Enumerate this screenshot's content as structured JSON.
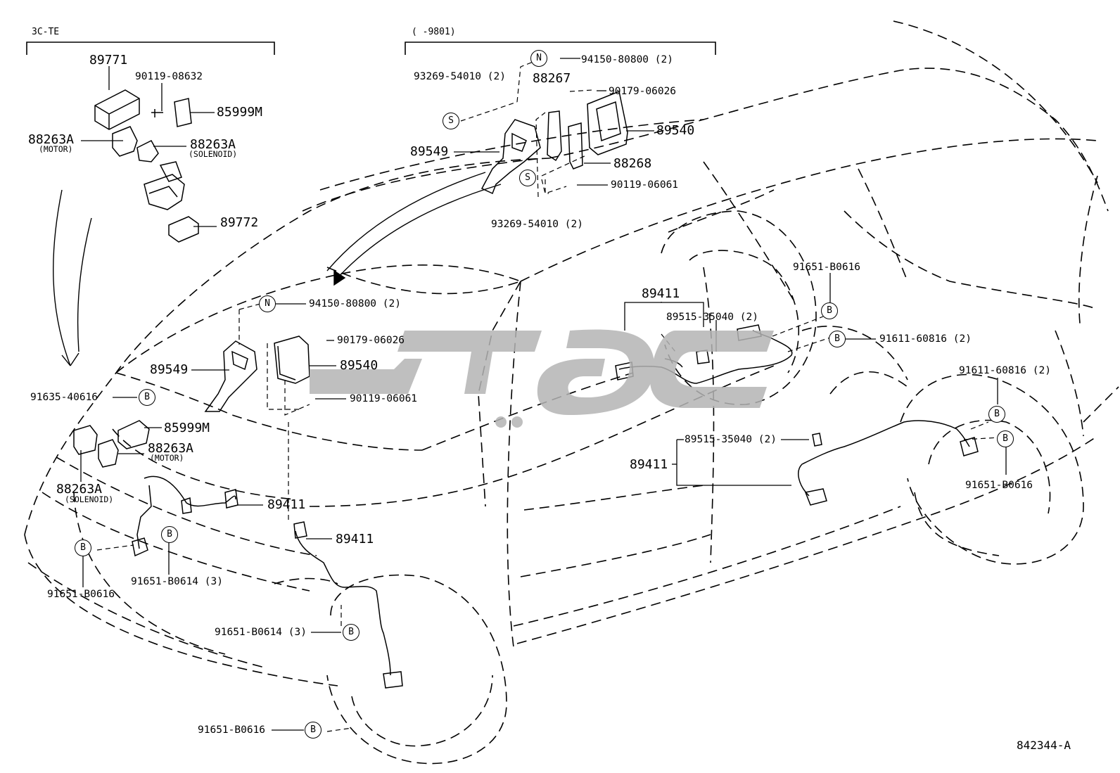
{
  "headers": {
    "engine": "3C-TE",
    "production": "(      -9801)"
  },
  "diagram_code": "842344-A",
  "watermark": "",
  "markers": {
    "N": "N",
    "S": "S",
    "B": "B"
  },
  "parts": {
    "p89771": "89771",
    "p90119_08632": "90119-08632",
    "p85999M_top": "85999M",
    "p88263A_motor_top": "88263A",
    "p88263A_motor_top_sub": "(MOTOR)",
    "p88263A_sol_top": "88263A",
    "p88263A_sol_top_sub": "(SOLENOID)",
    "p89772": "89772",
    "p93269_top": "93269-54010 (2)",
    "p94150_top": "94150-80800 (2)",
    "p88267": "88267",
    "p90179_top": "90179-06026",
    "p89540_top": "89540",
    "p89549_top": "89549",
    "p88268": "88268",
    "p90119_06061_top": "90119-06061",
    "p93269_bottom": "93269-54010 (2)",
    "p94150_mid": "94150-80800 (2)",
    "p90179_mid": "90179-06026",
    "p89549_mid": "89549",
    "p89540_mid": "89540",
    "p90119_06061_mid": "90119-06061",
    "p91635": "91635-40616",
    "p85999M_mid": "85999M",
    "p88263A_motor_mid": "88263A",
    "p88263A_motor_mid_sub": "(MOTOR)",
    "p88263A_sol_mid": "88263A",
    "p88263A_sol_mid_sub": "(SOLENOID)",
    "p89411_front": "89411",
    "p89411_wheel": "89411",
    "p91651_B0614_left": "91651-B0614 (3)",
    "p91651_B0616_left": "91651-B0616",
    "p91651_B0614_mid": "91651-B0614 (3)",
    "p91651_B0616_bottom": "91651-B0616",
    "p89411_rear_top": "89411",
    "p89515_top": "89515-35040 (2)",
    "p91651_B0616_rear": "91651-B0616",
    "p91611_rear": "91611-60816 (2)",
    "p91611_right": "91611-60816 (2)",
    "p89515_bottom": "89515-35040 (2)",
    "p89411_rear_bottom": "89411",
    "p91651_B0616_right": "91651-B0616"
  }
}
